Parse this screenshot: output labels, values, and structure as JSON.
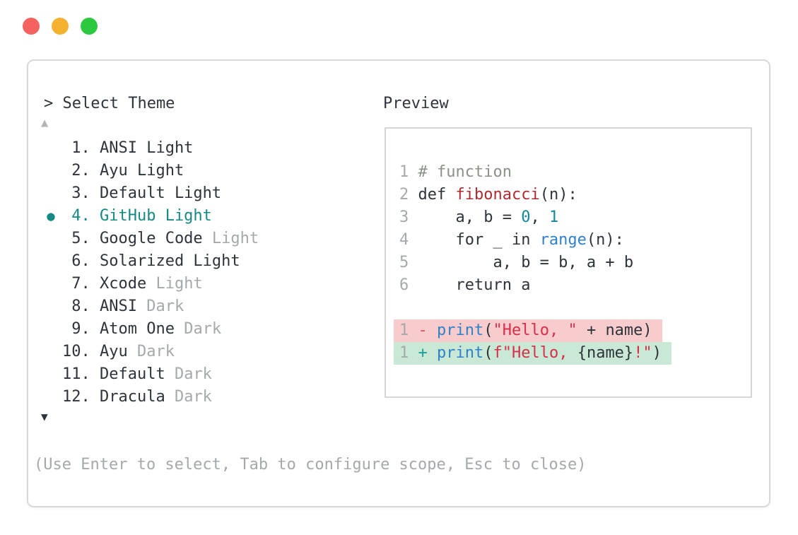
{
  "window": {
    "traffic_lights": [
      {
        "name": "close",
        "color": "#f46360"
      },
      {
        "name": "minimize",
        "color": "#f5b231"
      },
      {
        "name": "zoom",
        "color": "#2bc840"
      }
    ]
  },
  "header": {
    "prompt": "> Select Theme",
    "preview_label": "Preview"
  },
  "theme_list": {
    "up_arrow": "▲",
    "down_arrow": "▼",
    "bullet": "●",
    "items": [
      {
        "num": " 1.",
        "name": "ANSI Light",
        "muted": "",
        "selected": false
      },
      {
        "num": " 2.",
        "name": "Ayu Light",
        "muted": "",
        "selected": false
      },
      {
        "num": " 3.",
        "name": "Default Light",
        "muted": "",
        "selected": false
      },
      {
        "num": " 4.",
        "name": "GitHub Light",
        "muted": "",
        "selected": true
      },
      {
        "num": " 5.",
        "name": "Google Code",
        "muted": "Light",
        "selected": false
      },
      {
        "num": " 6.",
        "name": "Solarized Light",
        "muted": "",
        "selected": false
      },
      {
        "num": " 7.",
        "name": "Xcode",
        "muted": "Light",
        "selected": false
      },
      {
        "num": " 8.",
        "name": "ANSI",
        "muted": "Dark",
        "selected": false
      },
      {
        "num": " 9.",
        "name": "Atom One",
        "muted": "Dark",
        "selected": false
      },
      {
        "num": "10.",
        "name": "Ayu",
        "muted": "Dark",
        "selected": false
      },
      {
        "num": "11.",
        "name": "Default",
        "muted": "Dark",
        "selected": false
      },
      {
        "num": "12.",
        "name": "Dracula",
        "muted": "Dark",
        "selected": false
      }
    ]
  },
  "preview": {
    "lines": [
      {
        "num": "1",
        "tokens": [
          [
            "# function",
            "comment"
          ]
        ]
      },
      {
        "num": "2",
        "tokens": [
          [
            "def ",
            "plain"
          ],
          [
            "fibonacci",
            "func"
          ],
          [
            "(n):",
            "plain"
          ]
        ]
      },
      {
        "num": "3",
        "tokens": [
          [
            "    a, b = ",
            "plain"
          ],
          [
            "0",
            "number"
          ],
          [
            ", ",
            "plain"
          ],
          [
            "1",
            "number"
          ]
        ]
      },
      {
        "num": "4",
        "tokens": [
          [
            "    for _ in ",
            "plain"
          ],
          [
            "range",
            "builtin"
          ],
          [
            "(n):",
            "plain"
          ]
        ]
      },
      {
        "num": "5",
        "tokens": [
          [
            "        a, b = b, a + b",
            "plain"
          ]
        ]
      },
      {
        "num": "6",
        "tokens": [
          [
            "    return a",
            "plain"
          ]
        ]
      },
      {
        "blank": true
      },
      {
        "num": "1",
        "diff": "removed",
        "tokens": [
          [
            "- ",
            "minus"
          ],
          [
            "print",
            "builtin"
          ],
          [
            "(",
            "plain"
          ],
          [
            "\"Hello, \"",
            "string"
          ],
          [
            " + name)",
            "plain"
          ]
        ]
      },
      {
        "num": "1",
        "diff": "added",
        "tokens": [
          [
            "+ ",
            "plus"
          ],
          [
            "print",
            "builtin"
          ],
          [
            "(",
            "plain"
          ],
          [
            "f\"Hello, ",
            "string"
          ],
          [
            "{name}",
            "plain"
          ],
          [
            "!\"",
            "string"
          ],
          [
            ")",
            "plain"
          ]
        ]
      }
    ]
  },
  "footer": {
    "hint": "(Use Enter to select, Tab to configure scope, Esc to close)"
  },
  "colors": {
    "accent_teal": "#158a84",
    "text_dark": "#2e343b",
    "text_muted": "#a5a9ac",
    "comment": "#8b9289",
    "function_red": "#ae2b32",
    "string_red": "#d92e4b",
    "number_teal": "#12899a",
    "builtin_blue": "#2f82c8",
    "diff_minus": "#dd5060",
    "diff_plus": "#16a198",
    "removed_bg": "#f8cbcd",
    "added_bg": "#c9e8d5",
    "traffic_red": "#f46360",
    "traffic_yellow": "#f5b231",
    "traffic_green": "#2bc840"
  }
}
